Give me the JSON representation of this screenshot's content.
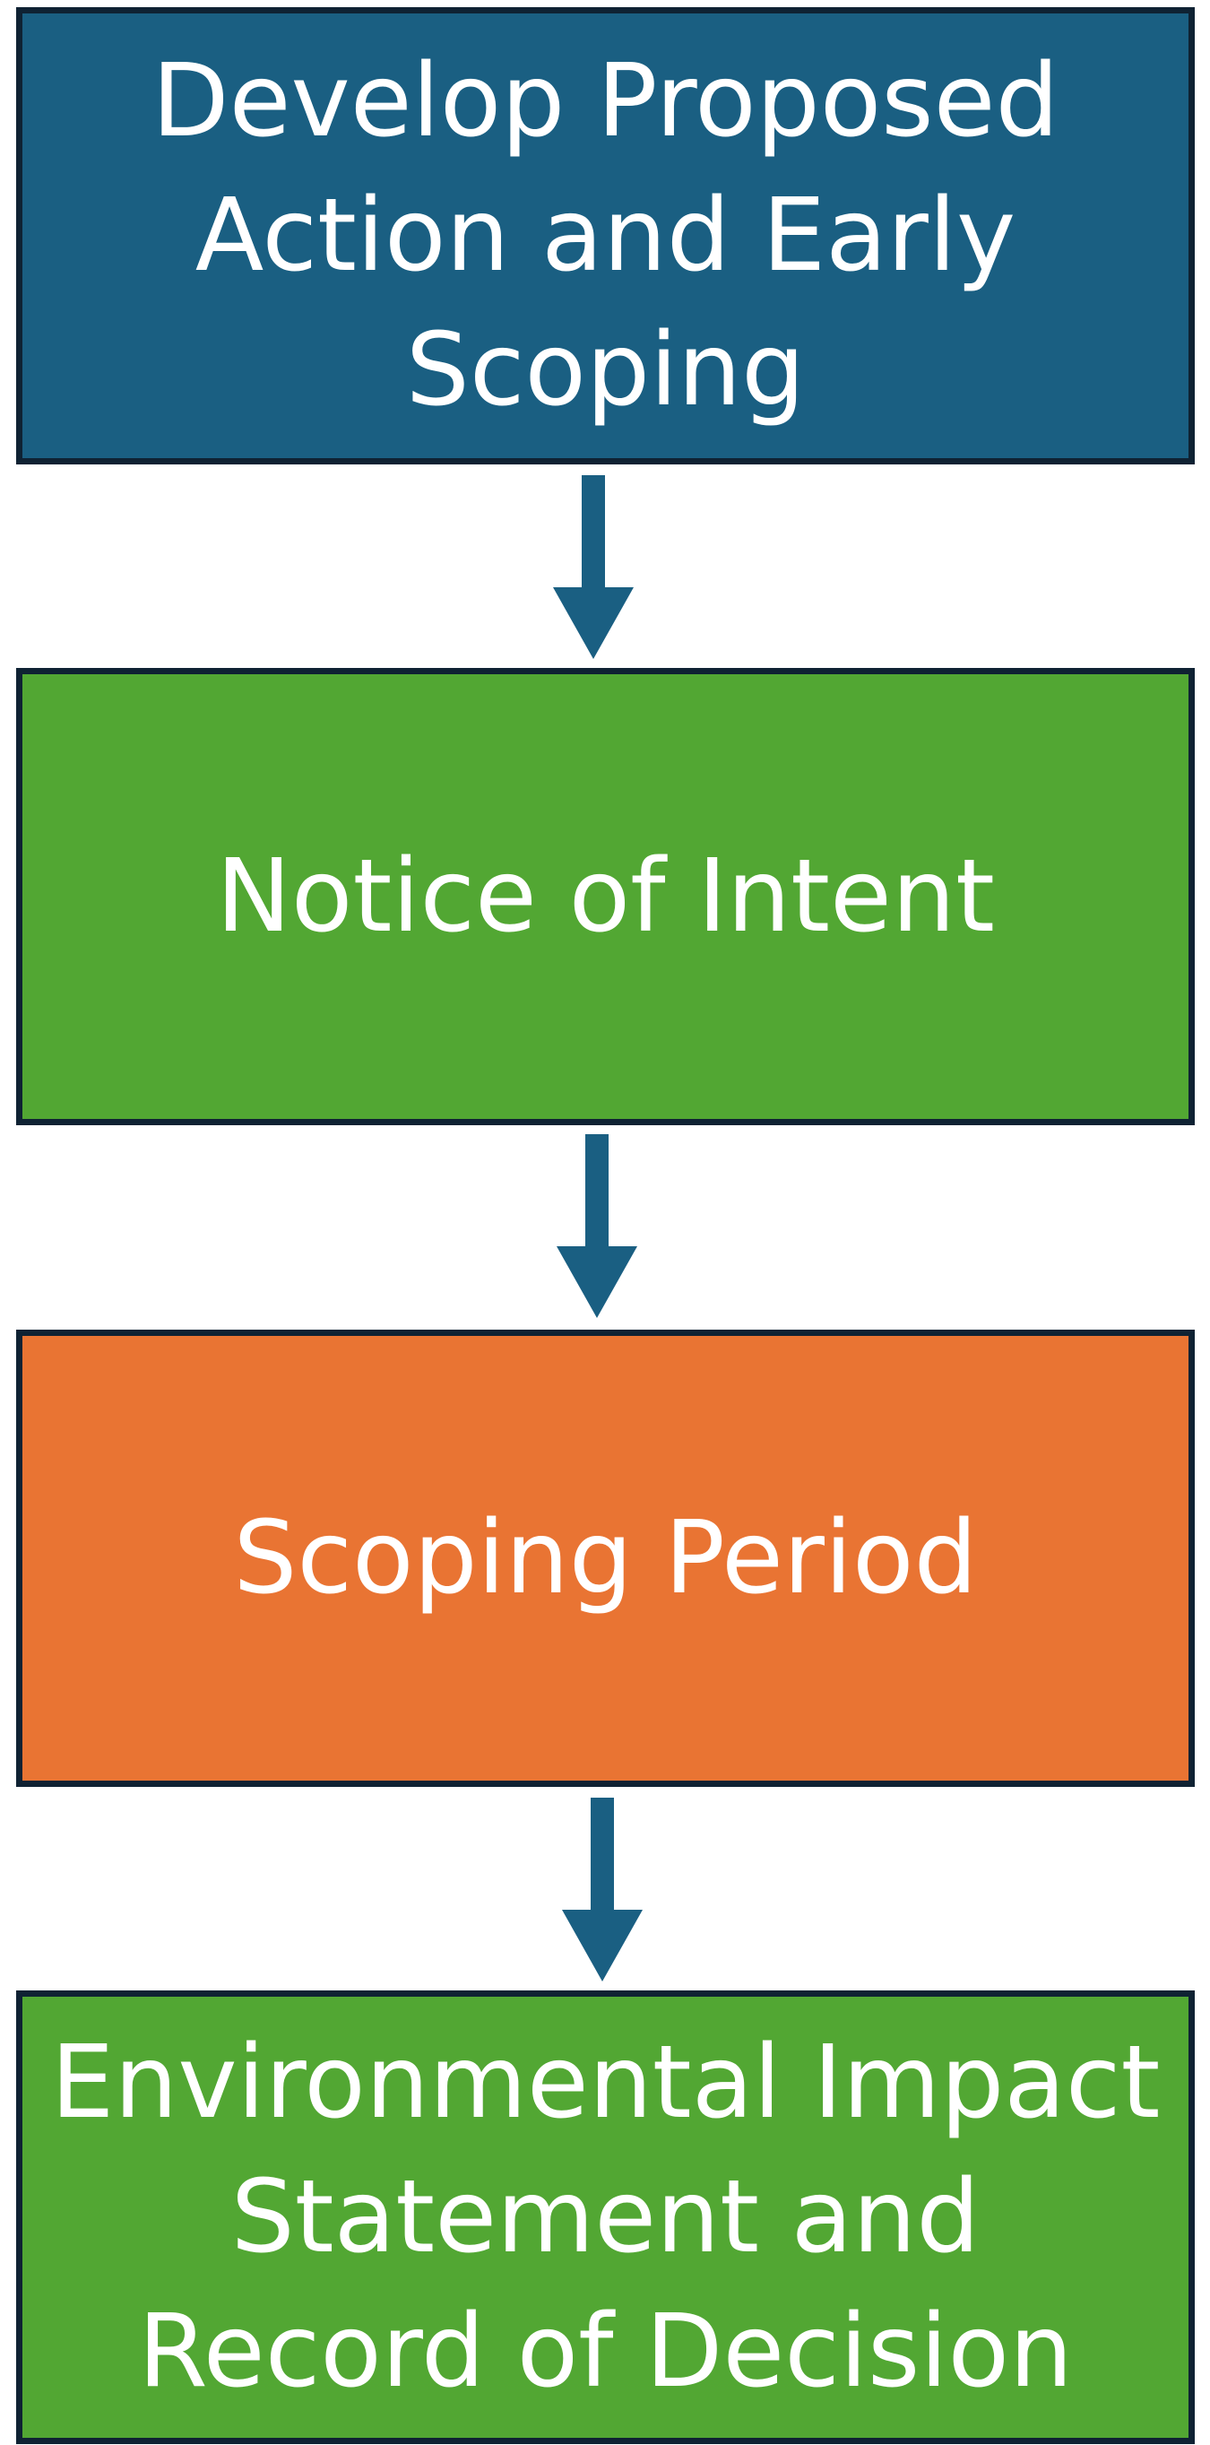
{
  "colors": {
    "blue": "#1a5f82",
    "green": "#52a733",
    "orange": "#e97433",
    "border": "#0f2233",
    "arrow": "#1a5f82",
    "text": "#ffffff"
  },
  "steps": [
    {
      "label": "Develop Proposed\nAction  and Early\nScoping",
      "color": "#1a5f82"
    },
    {
      "label": "Notice of Intent",
      "color": "#52a733"
    },
    {
      "label": "Scoping Period",
      "color": "#e97433"
    },
    {
      "label": "Environmental Impact\nStatement and\nRecord of Decision",
      "color": "#52a733"
    }
  ]
}
